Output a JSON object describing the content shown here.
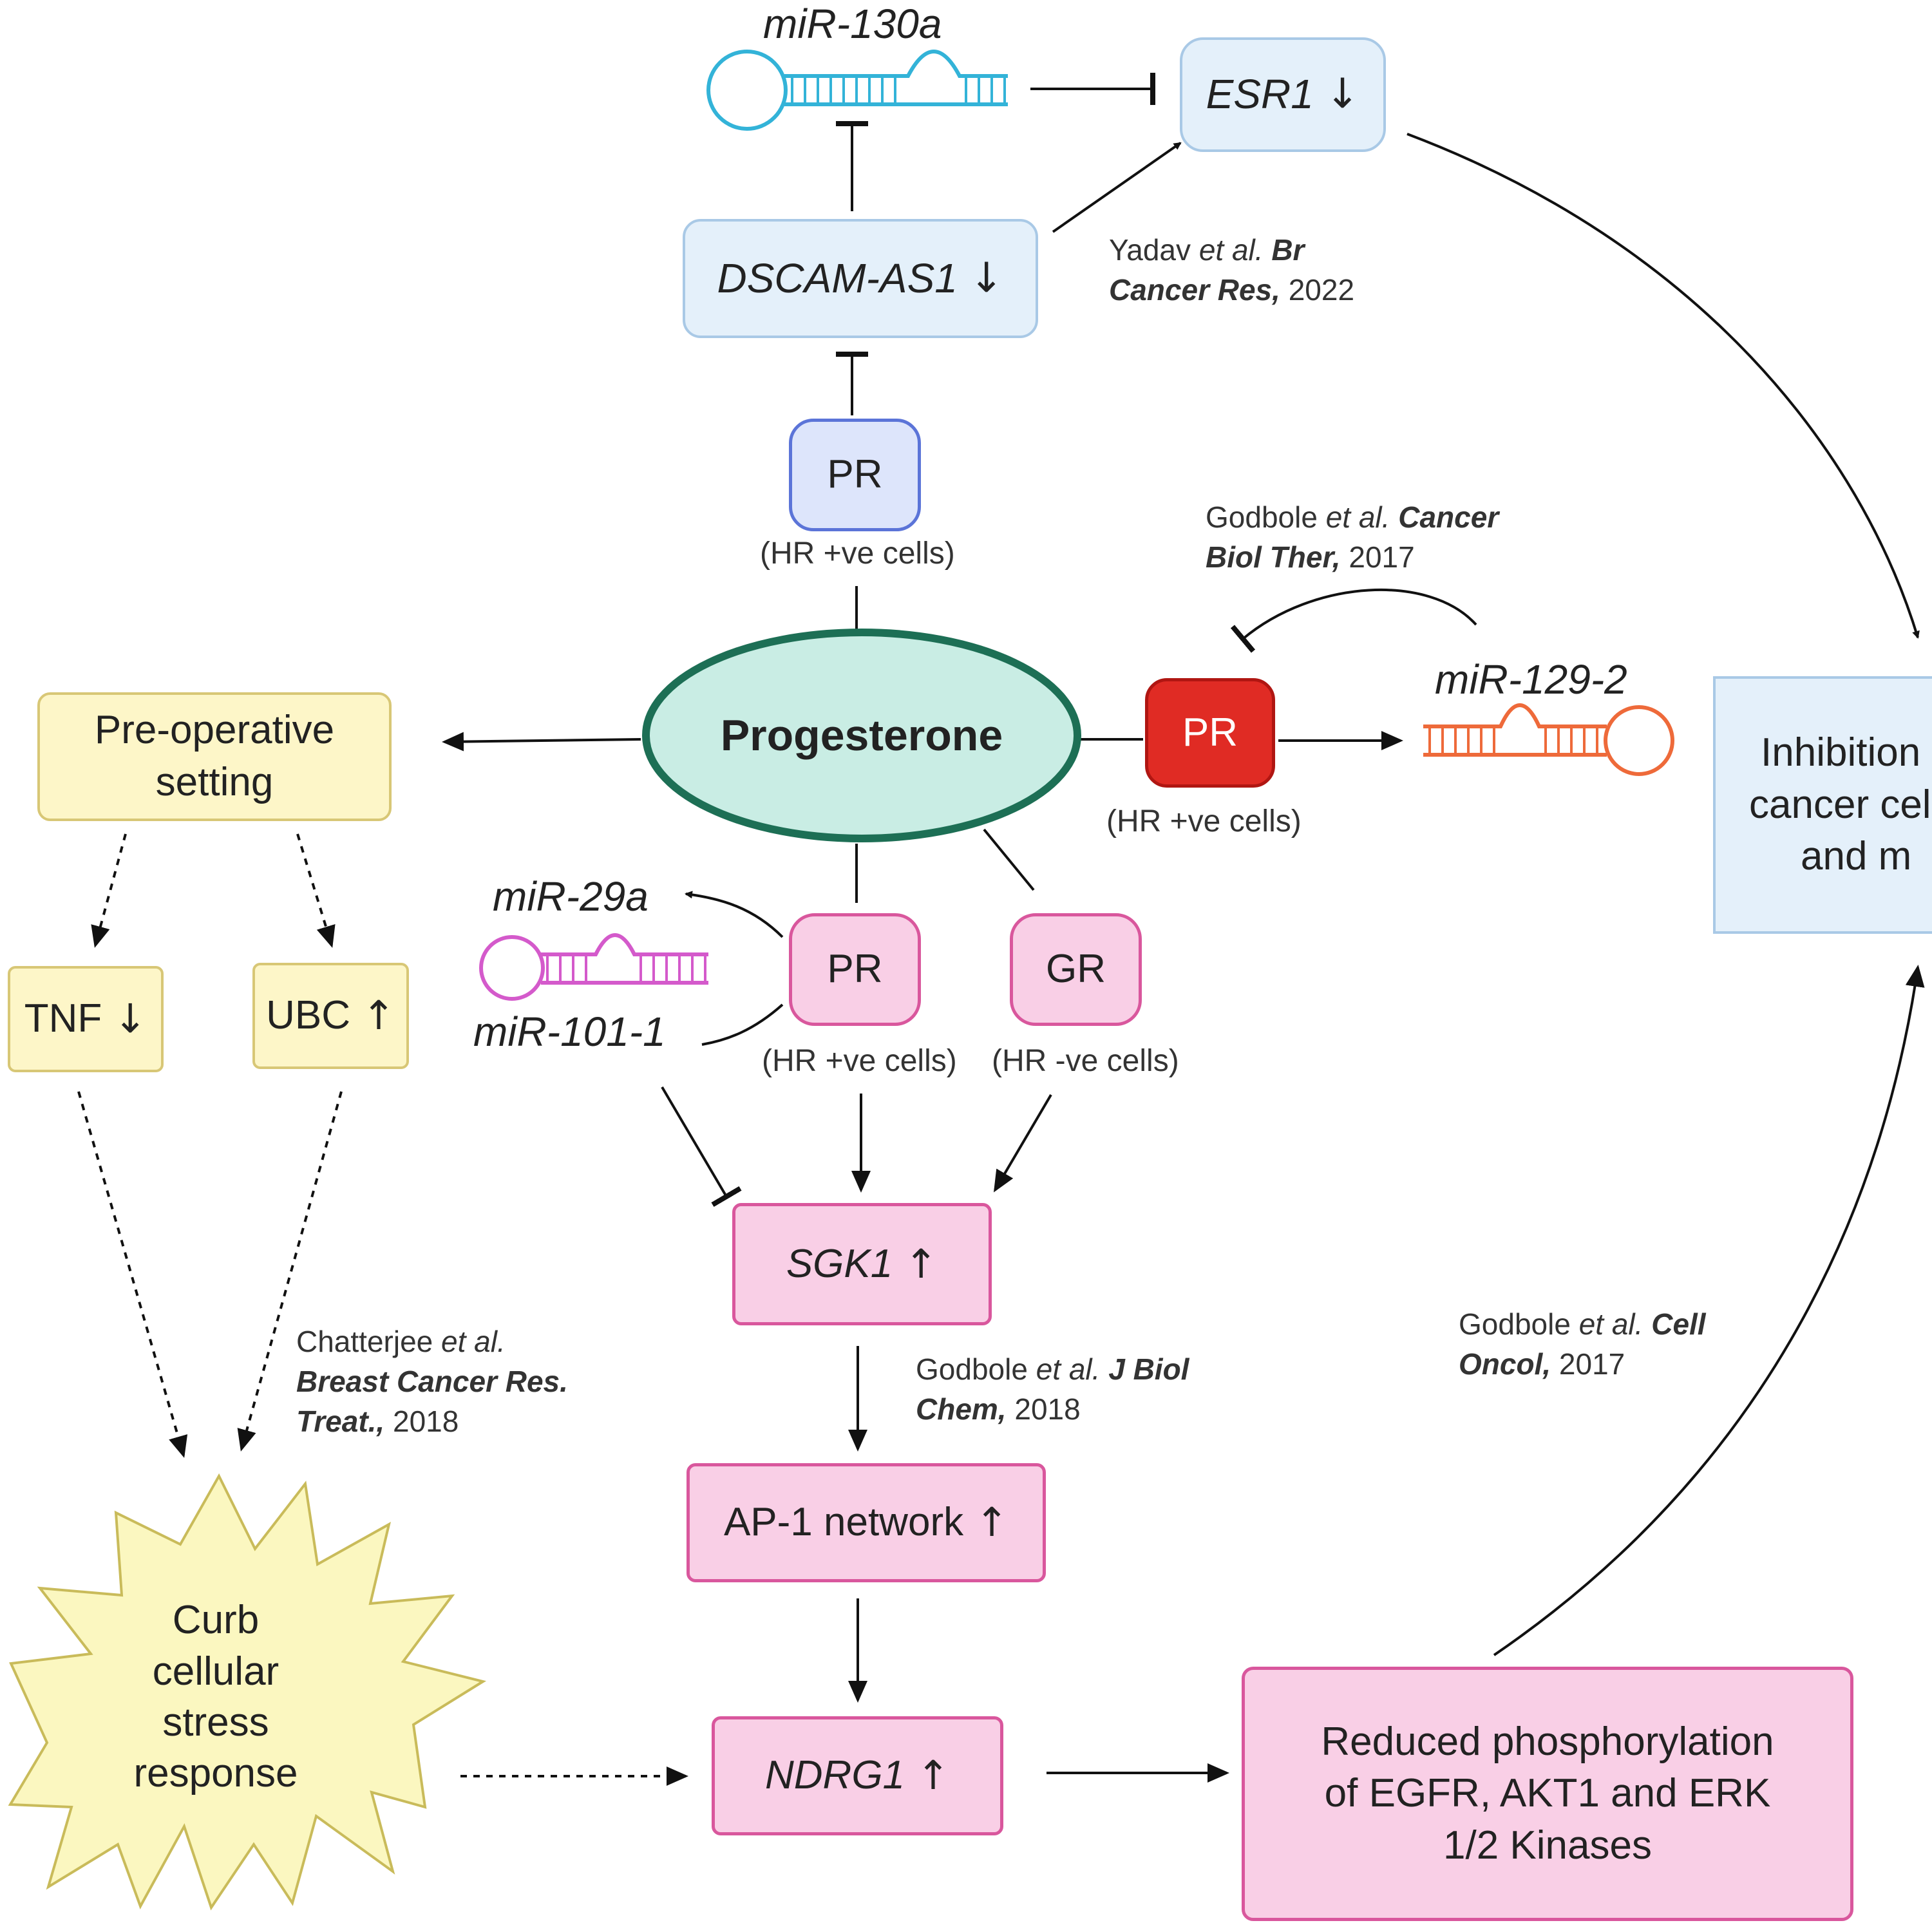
{
  "nodes": {
    "mir130a": "miR-130a",
    "esr1": "ESR1",
    "dscam": "DSCAM-AS1",
    "pr_top": "PR",
    "pr_top_cells": "(HR +ve cells)",
    "progesterone": "Progesterone",
    "pr_red": "PR",
    "pr_red_cells": "(HR +ve cells)",
    "mir129": "miR-129-2",
    "preop_line1": "Pre-operative",
    "preop_line2": "setting",
    "inhibition_line1": "Inhibition of",
    "inhibition_line2": "cancer cell",
    "inhibition_line3": "and m",
    "tnf": "TNF",
    "ubc": "UBC",
    "mir29a": "miR-29a",
    "mir101": "miR-101-1",
    "pr_mid": "PR",
    "pr_mid_cells": "(HR +ve cells)",
    "gr": "GR",
    "gr_cells": "(HR -ve cells)",
    "sgk1": "SGK1",
    "ap1": "AP-1 network",
    "ndrg1": "NDRG1",
    "curb_line1": "Curb",
    "curb_line2": "cellular",
    "curb_line3": "stress",
    "curb_line4": "response",
    "reduced_line1": "Reduced phosphorylation",
    "reduced_line2": "of EGFR, AKT1 and ERK",
    "reduced_line3": "1/2 Kinases"
  },
  "trend_symbols": {
    "down": "↓",
    "up": "↑"
  },
  "citations": {
    "yadav": {
      "authors": "Yadav",
      "etal": "et al.",
      "journal_a": "Br",
      "journal_b": "Cancer Res,",
      "year": "2022"
    },
    "godbole_ct": {
      "authors": "Godbole",
      "etal": "et al.",
      "journal_a": "Cancer",
      "journal_b": "Biol Ther,",
      "year": "2017"
    },
    "chatterjee": {
      "authors": "Chatterjee",
      "etal": "et al.",
      "journal_a": "Breast Cancer Res.",
      "journal_b": "Treat.,",
      "year": "2018"
    },
    "godbole_jbc": {
      "authors": "Godbole",
      "etal": "et al.",
      "journal_a": "J Biol",
      "journal_b": "Chem,",
      "year": "2018"
    },
    "godbole_co": {
      "authors": "Godbole",
      "etal": "et al.",
      "journal_a": "Cell",
      "journal_b": "Oncol,",
      "year": "2017"
    }
  },
  "colors": {
    "mir130_cyan": "#33b3d8",
    "mir129_orange": "#ee6a3a",
    "mir29_magenta": "#d45acb",
    "progesterone_fill": "#c9ede4",
    "progesterone_stroke": "#1d6f55",
    "star_fill": "#fbf7c0",
    "star_stroke": "#c9bb5a"
  }
}
